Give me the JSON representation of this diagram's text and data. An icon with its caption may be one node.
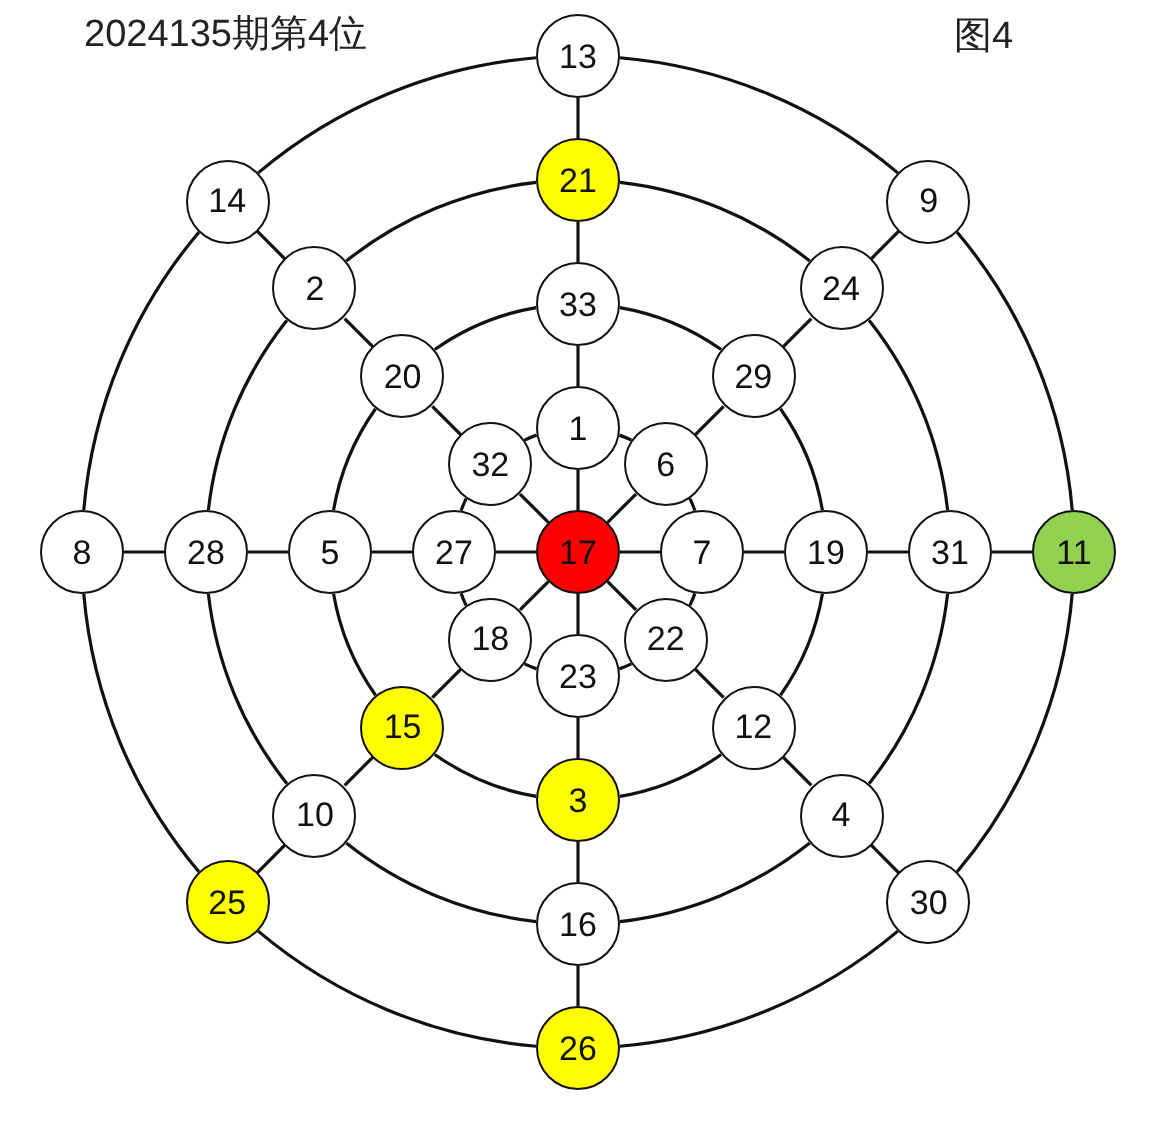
{
  "diagram": {
    "title": "2024135期第4位",
    "nodes": [
      {
        "text": [
          "13"
        ]
      },
      {
        "text": [
          "21"
        ]
      },
      {
        "text": [
          "14"
        ]
      },
      {
        "text": [
          "9"
        ]
      },
      {
        "text": [
          "2"
        ]
      },
      {
        "text": [
          "24"
        ]
      },
      {
        "text": [
          "33"
        ]
      },
      {
        "text": [
          "20"
        ]
      },
      {
        "text": [
          "29"
        ]
      },
      {
        "text": [
          "1"
        ]
      },
      {
        "text": [
          "32"
        ]
      },
      {
        "text": [
          "6"
        ]
      },
      {
        "text": [
          "8"
        ]
      },
      {
        "text": [
          "28"
        ]
      },
      {
        "text": [
          "5"
        ]
      },
      {
        "text": [
          "27"
        ]
      },
      {
        "text": [
          "17"
        ]
      },
      {
        "text": [
          "7"
        ]
      },
      {
        "text": [
          "19"
        ]
      },
      {
        "text": [
          "31"
        ]
      },
      {
        "text": [
          "11"
        ]
      },
      {
        "text": [
          "18"
        ]
      },
      {
        "text": [
          "22"
        ]
      },
      {
        "text": [
          "23"
        ]
      },
      {
        "text": [
          "15"
        ]
      },
      {
        "text": [
          "12"
        ]
      },
      {
        "text": [
          "3"
        ]
      },
      {
        "text": [
          "10"
        ]
      },
      {
        "text": [
          "4"
        ]
      },
      {
        "text": [
          "25"
        ]
      },
      {
        "text": [
          "30"
        ]
      },
      {
        "text": [
          "16"
        ]
      },
      {
        "text": [
          "26"
        ]
      }
    ],
    "edges": [
      {
        "from": 16,
        "to": 9,
        "arrow": "none"
      },
      {
        "from": 16,
        "to": 11,
        "arrow": "none"
      },
      {
        "from": 16,
        "to": 17,
        "arrow": "none"
      },
      {
        "from": 16,
        "to": 22,
        "arrow": "none"
      },
      {
        "from": 16,
        "to": 23,
        "arrow": "none"
      },
      {
        "from": 16,
        "to": 21,
        "arrow": "none"
      },
      {
        "from": 16,
        "to": 15,
        "arrow": "none"
      },
      {
        "from": 16,
        "to": 10,
        "arrow": "none"
      },
      {
        "from": 9,
        "to": 6,
        "arrow": "none"
      },
      {
        "from": 11,
        "to": 8,
        "arrow": "none"
      },
      {
        "from": 17,
        "to": 18,
        "arrow": "none"
      },
      {
        "from": 22,
        "to": 25,
        "arrow": "none"
      },
      {
        "from": 23,
        "to": 26,
        "arrow": "none"
      },
      {
        "from": 21,
        "to": 24,
        "arrow": "none"
      },
      {
        "from": 15,
        "to": 14,
        "arrow": "none"
      },
      {
        "from": 10,
        "to": 7,
        "arrow": "none"
      },
      {
        "from": 6,
        "to": 1,
        "arrow": "none"
      },
      {
        "from": 8,
        "to": 5,
        "arrow": "none"
      },
      {
        "from": 18,
        "to": 19,
        "arrow": "none"
      },
      {
        "from": 25,
        "to": 28,
        "arrow": "none"
      },
      {
        "from": 26,
        "to": 31,
        "arrow": "none"
      },
      {
        "from": 24,
        "to": 27,
        "arrow": "none"
      },
      {
        "from": 14,
        "to": 13,
        "arrow": "none"
      },
      {
        "from": 7,
        "to": 4,
        "arrow": "none"
      },
      {
        "from": 1,
        "to": 0,
        "arrow": "none"
      },
      {
        "from": 5,
        "to": 3,
        "arrow": "none"
      },
      {
        "from": 19,
        "to": 20,
        "arrow": "none"
      },
      {
        "from": 28,
        "to": 30,
        "arrow": "none"
      },
      {
        "from": 31,
        "to": 32,
        "arrow": "none"
      },
      {
        "from": 27,
        "to": 29,
        "arrow": "none"
      },
      {
        "from": 13,
        "to": 12,
        "arrow": "none"
      },
      {
        "from": 4,
        "to": 2,
        "arrow": "none"
      },
      {
        "from": 9,
        "to": 11,
        "arrow": "none"
      },
      {
        "from": 11,
        "to": 17,
        "arrow": "none"
      },
      {
        "from": 17,
        "to": 22,
        "arrow": "none"
      },
      {
        "from": 22,
        "to": 23,
        "arrow": "none"
      },
      {
        "from": 23,
        "to": 21,
        "arrow": "none"
      },
      {
        "from": 21,
        "to": 15,
        "arrow": "none"
      },
      {
        "from": 15,
        "to": 10,
        "arrow": "none"
      },
      {
        "from": 10,
        "to": 9,
        "arrow": "none"
      },
      {
        "from": 6,
        "to": 8,
        "arrow": "none"
      },
      {
        "from": 8,
        "to": 18,
        "arrow": "none"
      },
      {
        "from": 18,
        "to": 25,
        "arrow": "none"
      },
      {
        "from": 25,
        "to": 26,
        "arrow": "none"
      },
      {
        "from": 26,
        "to": 24,
        "arrow": "none"
      },
      {
        "from": 24,
        "to": 14,
        "arrow": "none"
      },
      {
        "from": 14,
        "to": 7,
        "arrow": "none"
      },
      {
        "from": 7,
        "to": 6,
        "arrow": "none"
      },
      {
        "from": 1,
        "to": 5,
        "arrow": "none"
      },
      {
        "from": 5,
        "to": 19,
        "arrow": "none"
      },
      {
        "from": 19,
        "to": 28,
        "arrow": "none"
      },
      {
        "from": 28,
        "to": 31,
        "arrow": "none"
      },
      {
        "from": 31,
        "to": 27,
        "arrow": "none"
      },
      {
        "from": 27,
        "to": 13,
        "arrow": "none"
      },
      {
        "from": 13,
        "to": 4,
        "arrow": "none"
      },
      {
        "from": 4,
        "to": 1,
        "arrow": "none"
      },
      {
        "from": 0,
        "to": 3,
        "arrow": "none"
      },
      {
        "from": 3,
        "to": 20,
        "arrow": "none"
      },
      {
        "from": 20,
        "to": 30,
        "arrow": "none"
      },
      {
        "from": 30,
        "to": 32,
        "arrow": "none"
      },
      {
        "from": 32,
        "to": 29,
        "arrow": "none"
      },
      {
        "from": 29,
        "to": 12,
        "arrow": "none"
      },
      {
        "from": 12,
        "to": 2,
        "arrow": "none"
      },
      {
        "from": 2,
        "to": 0,
        "arrow": "none"
      }
    ],
    "labels": [
      "图4"
    ]
  }
}
